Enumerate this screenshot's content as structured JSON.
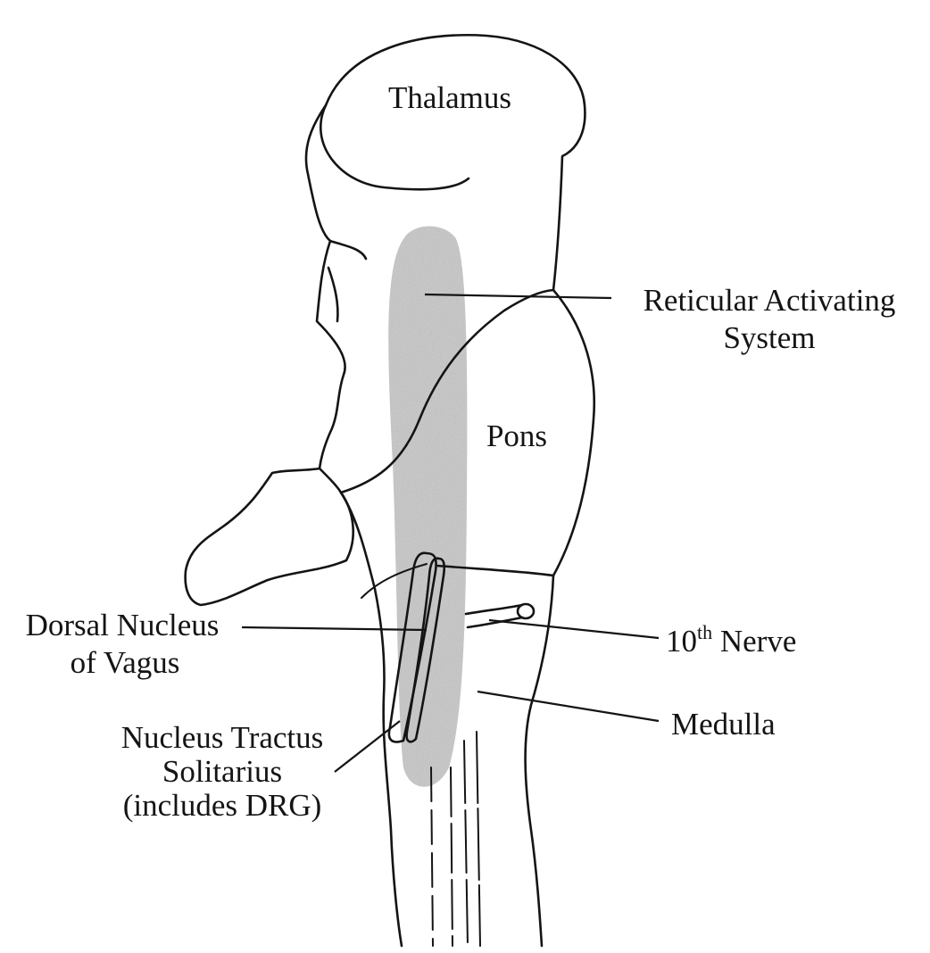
{
  "labels": {
    "thalamus": "Thalamus",
    "ras_line1": "Reticular Activating",
    "ras_line2": "System",
    "pons": "Pons",
    "dorsal_line1": "Dorsal Nucleus",
    "dorsal_line2": "of Vagus",
    "nerve_number": "10",
    "nerve_sup": "th",
    "nerve_word": " Nerve",
    "medulla": "Medulla",
    "nts_line1": "Nucleus Tractus",
    "nts_line2": "Solitarius",
    "nts_line3": "(includes DRG)"
  },
  "colors": {
    "ink": "#141414",
    "reticular_shading": "#c4c4c4",
    "background": "#ffffff"
  }
}
